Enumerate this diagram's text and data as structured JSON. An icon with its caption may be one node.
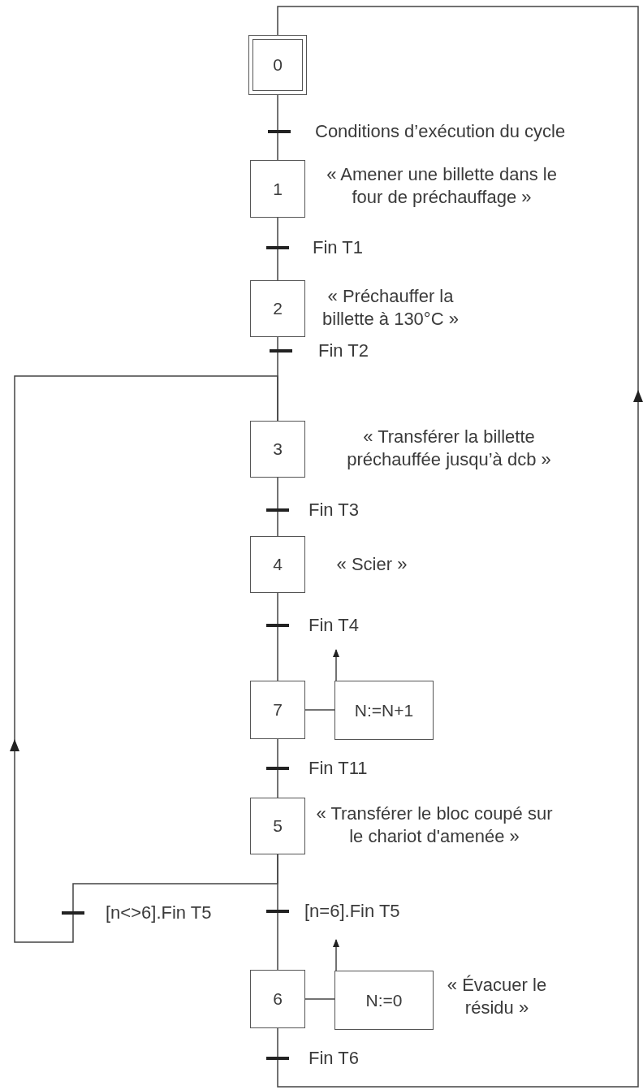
{
  "diagram": {
    "nodes": [
      {
        "text": [
          "0"
        ]
      },
      {
        "text": [
          "1"
        ],
        "beside": [
          "« Amener une billette dans le four de préchauffage »"
        ]
      },
      {
        "text": [
          "2"
        ],
        "beside": [
          "« Préchauffer la billette à 130°C »"
        ]
      },
      {
        "text": [
          "3"
        ],
        "beside": [
          "« Transférer la billette préchauffée jusqu’à dcb »"
        ]
      },
      {
        "text": [
          "4"
        ],
        "beside": [
          "« Scier »"
        ]
      },
      {
        "text": [
          "7"
        ]
      },
      {
        "text": [
          "N:=N+1"
        ]
      },
      {
        "text": [
          "5"
        ],
        "beside": [
          "« Transférer le bloc coupé sur le chariot d'amenée »"
        ]
      },
      {
        "text": [
          "6"
        ]
      },
      {
        "text": [
          "N:=0"
        ],
        "beside": [
          "« Évacuer le résidu »"
        ]
      }
    ],
    "edges": [
      {
        "from": 0,
        "to": 1,
        "arrow": "none",
        "label": "Conditions d’exécution du cycle"
      },
      {
        "from": 1,
        "to": 2,
        "arrow": "none",
        "label": "Fin T1"
      },
      {
        "from": 2,
        "to": 3,
        "arrow": "none",
        "label": "Fin T2"
      },
      {
        "from": 3,
        "to": 4,
        "arrow": "none",
        "label": "Fin T3"
      },
      {
        "from": 4,
        "to": 5,
        "arrow": "none",
        "label": "Fin T4"
      },
      {
        "from": 5,
        "to": 7,
        "arrow": "none",
        "label": "Fin T11"
      },
      {
        "from": 7,
        "to": 8,
        "arrow": "none",
        "label": "[n=6].Fin T5"
      },
      {
        "from": 7,
        "to": 3,
        "arrow": "to",
        "label": "[n<>6].Fin T5"
      },
      {
        "from": 8,
        "to": 0,
        "arrow": "to",
        "label": "Fin T6"
      },
      {
        "from": 5,
        "to": 6,
        "arrow": "none"
      },
      {
        "from": 6,
        "to": null,
        "arrow": "to"
      },
      {
        "from": 8,
        "to": 9,
        "arrow": "none"
      },
      {
        "from": 9,
        "to": null,
        "arrow": "to"
      }
    ]
  }
}
